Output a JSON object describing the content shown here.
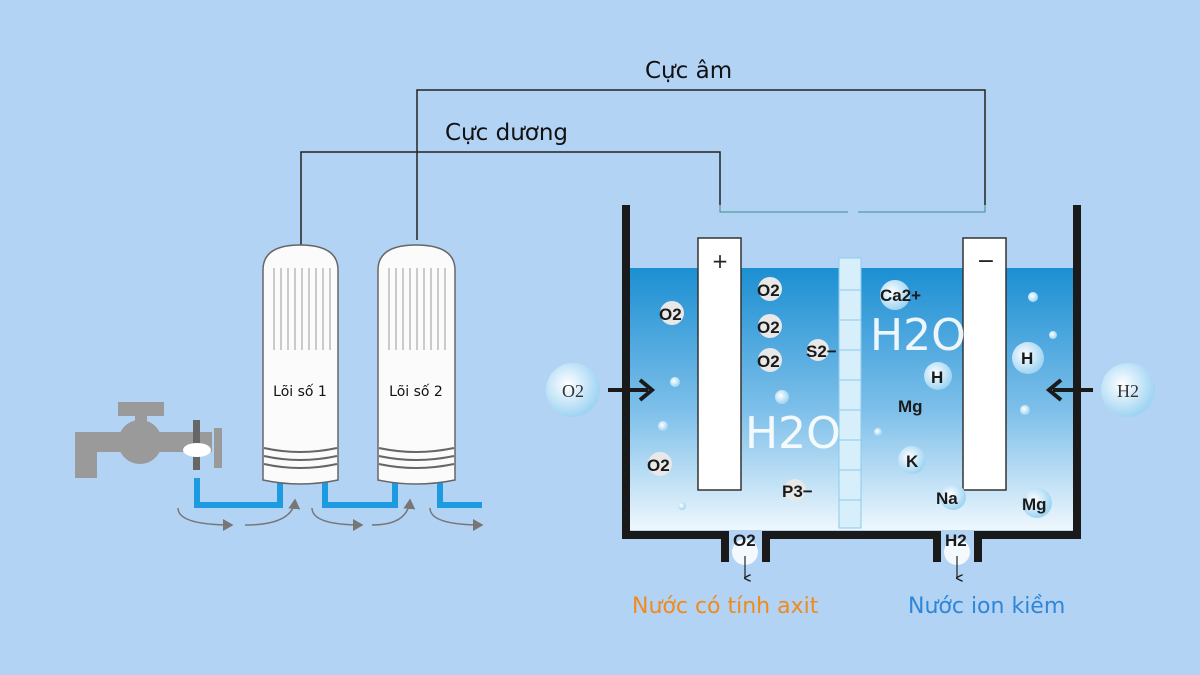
{
  "wires": {
    "cathode_label": "Cực âm",
    "anode_label": "Cực dương"
  },
  "filters": [
    {
      "label": "Lõi số 1"
    },
    {
      "label": "Lõi số 2"
    }
  ],
  "electrodes": {
    "anode_sign": "+",
    "cathode_sign": "−"
  },
  "inlets": {
    "left": "O2",
    "right": "H2"
  },
  "anode_side_ions": [
    "O2",
    "O2",
    "O2",
    "O2",
    "O2",
    "S2−",
    "P3−",
    "H2O"
  ],
  "cathode_side_ions": [
    "Ca2+",
    "H2O",
    "H",
    "H",
    "Mg",
    "K",
    "Na",
    "Mg"
  ],
  "outlets": {
    "left_gas": "O2",
    "right_gas": "H2",
    "left_label": "Nước có tính axit",
    "right_label": "Nước ion kiềm"
  },
  "colors": {
    "background": "#b3d3f5",
    "water_top": "#1c8fd2",
    "pipe": "#1d9be0",
    "acid_label": "#f08a1c",
    "alkaline_label": "#2f86d8"
  }
}
